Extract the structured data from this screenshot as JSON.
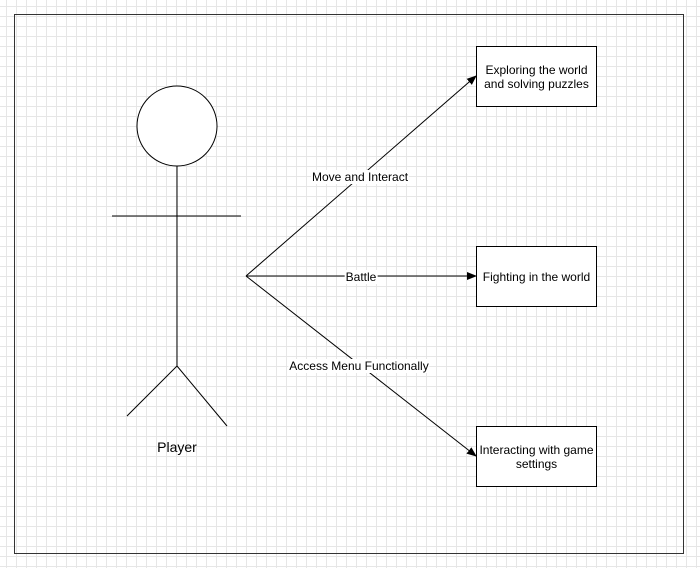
{
  "actor": {
    "name": "Player"
  },
  "use_cases": [
    {
      "label": "Exploring the world and solving puzzles"
    },
    {
      "label": "Fighting in the world"
    },
    {
      "label": "Interacting with game settings"
    }
  ],
  "edges": [
    {
      "label": "Move and Interact"
    },
    {
      "label": "Battle"
    },
    {
      "label": "Access Menu Functionally"
    }
  ],
  "colors": {
    "stroke": "#000000",
    "grid": "#e6e6e6",
    "background": "#ffffff"
  }
}
